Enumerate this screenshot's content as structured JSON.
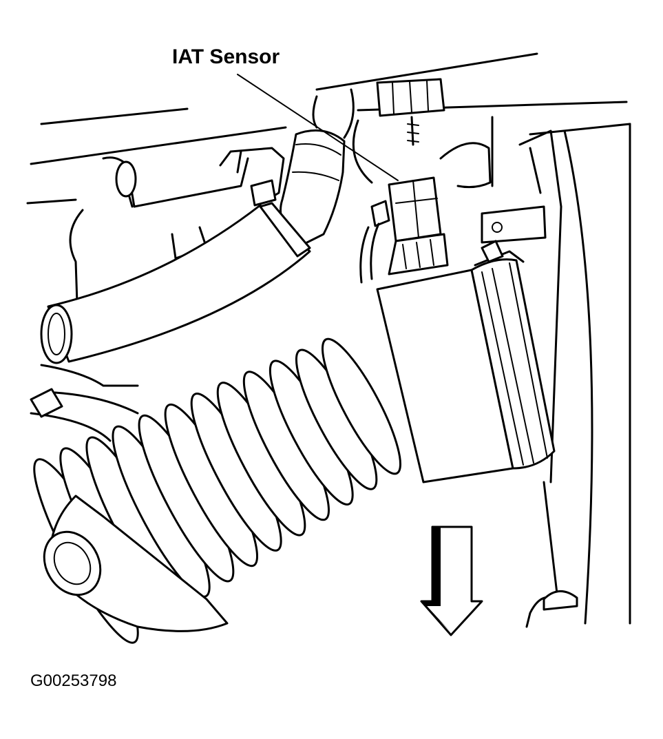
{
  "diagram": {
    "callout_label": "IAT Sensor",
    "figure_id": "G00253798",
    "arrow_direction": "down",
    "colors": {
      "ink": "#000000",
      "paper": "#ffffff"
    }
  }
}
